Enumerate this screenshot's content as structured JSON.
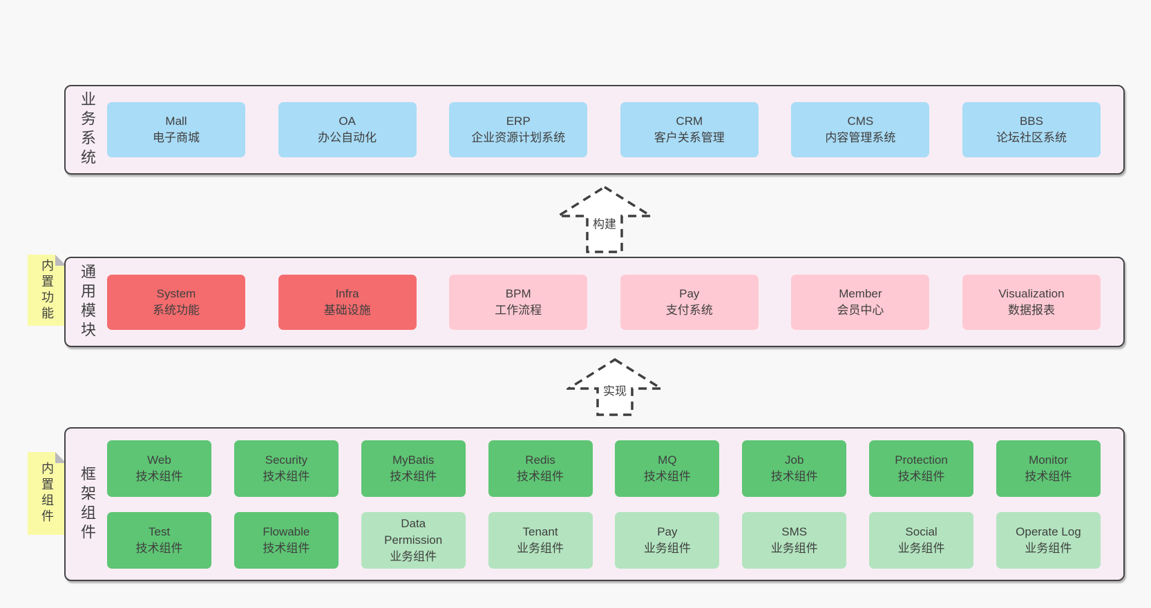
{
  "colors": {
    "page_bg": "#f8f8f8",
    "panel_bg": "#f8edf5",
    "panel_border": "#434343",
    "box_blue": "#a9dcf6",
    "box_red": "#f46c6e",
    "box_pink": "#ffc9d3",
    "box_green": "#5ec574",
    "box_lightgreen": "#b3e4bf",
    "tab_yellow": "#fafaa5",
    "tab_fold": "#b9b9be",
    "text": "#3f3f3f"
  },
  "layers": [
    {
      "label": "业务系统",
      "tab": null,
      "rows": [
        [
          {
            "title": "Mall",
            "subtitle": "电子商城",
            "variant": "blue"
          },
          {
            "title": "OA",
            "subtitle": "办公自动化",
            "variant": "blue"
          },
          {
            "title": "ERP",
            "subtitle": "企业资源计划系统",
            "variant": "blue"
          },
          {
            "title": "CRM",
            "subtitle": "客户关系管理",
            "variant": "blue"
          },
          {
            "title": "CMS",
            "subtitle": "内容管理系统",
            "variant": "blue"
          },
          {
            "title": "BBS",
            "subtitle": "论坛社区系统",
            "variant": "blue"
          }
        ]
      ]
    },
    {
      "label": "通用模块",
      "tab": "内置功能",
      "rows": [
        [
          {
            "title": "System",
            "subtitle": "系统功能",
            "variant": "red"
          },
          {
            "title": "Infra",
            "subtitle": "基础设施",
            "variant": "red"
          },
          {
            "title": "BPM",
            "subtitle": "工作流程",
            "variant": "pink"
          },
          {
            "title": "Pay",
            "subtitle": "支付系统",
            "variant": "pink"
          },
          {
            "title": "Member",
            "subtitle": "会员中心",
            "variant": "pink"
          },
          {
            "title": "Visualization",
            "subtitle": "数据报表",
            "variant": "pink"
          }
        ]
      ]
    },
    {
      "label": "框架组件",
      "tab": "内置组件",
      "rows": [
        [
          {
            "title": "Web",
            "subtitle": "技术组件",
            "variant": "green"
          },
          {
            "title": "Security",
            "subtitle": "技术组件",
            "variant": "green"
          },
          {
            "title": "MyBatis",
            "subtitle": "技术组件",
            "variant": "green"
          },
          {
            "title": "Redis",
            "subtitle": "技术组件",
            "variant": "green"
          },
          {
            "title": "MQ",
            "subtitle": "技术组件",
            "variant": "green"
          },
          {
            "title": "Job",
            "subtitle": "技术组件",
            "variant": "green"
          },
          {
            "title": "Protection",
            "subtitle": "技术组件",
            "variant": "green"
          },
          {
            "title": "Monitor",
            "subtitle": "技术组件",
            "variant": "green"
          }
        ],
        [
          {
            "title": "Test",
            "subtitle": "技术组件",
            "variant": "green"
          },
          {
            "title": "Flowable",
            "subtitle": "技术组件",
            "variant": "green"
          },
          {
            "title": "Data\nPermission",
            "subtitle": "业务组件",
            "variant": "lightgreen"
          },
          {
            "title": "Tenant",
            "subtitle": "业务组件",
            "variant": "lightgreen"
          },
          {
            "title": "Pay",
            "subtitle": "业务组件",
            "variant": "lightgreen"
          },
          {
            "title": "SMS",
            "subtitle": "业务组件",
            "variant": "lightgreen"
          },
          {
            "title": "Social",
            "subtitle": "业务组件",
            "variant": "lightgreen"
          },
          {
            "title": "Operate Log",
            "subtitle": "业务组件",
            "variant": "lightgreen"
          }
        ]
      ]
    }
  ],
  "arrows": [
    {
      "label": "构建"
    },
    {
      "label": "实现"
    }
  ]
}
